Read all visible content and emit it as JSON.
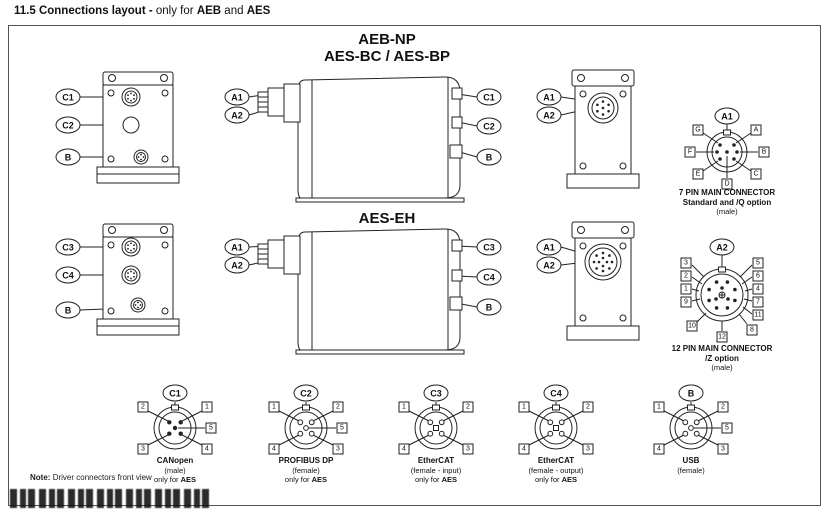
{
  "header": {
    "number": "11.5",
    "title": "Connections layout -",
    "only_for": "only for",
    "aeb": "AEB",
    "and_word": "and",
    "aes": "AES"
  },
  "section1": {
    "title1": "AEB-NP",
    "title2": "AES-BC / AES-BP",
    "left_device": {
      "labels": [
        "C1",
        "C2",
        "B"
      ]
    },
    "center_device": {
      "left_labels": [
        "A1",
        "A2"
      ],
      "right_labels": [
        "C1",
        "C2",
        "B"
      ]
    },
    "right_device": {
      "labels": [
        "A1",
        "A2"
      ]
    }
  },
  "section2": {
    "title1": "AES-EH",
    "left_device": {
      "labels": [
        "C3",
        "C4",
        "B"
      ]
    },
    "center_device": {
      "left_labels": [
        "A1",
        "A2"
      ],
      "right_labels": [
        "C3",
        "C4",
        "B"
      ]
    },
    "right_device": {
      "labels": [
        "A1",
        "A2"
      ]
    }
  },
  "connector7": {
    "label": "A1",
    "pins": [
      "G",
      "A",
      "F",
      "B",
      "E",
      "C",
      "D"
    ],
    "line1": "7 PIN MAIN CONNECTOR",
    "line2": "Standard and /Q option",
    "line3": "(male)"
  },
  "connector12": {
    "label": "A2",
    "pins_left": [
      "3",
      "2",
      "1",
      "9",
      "10"
    ],
    "pins_right": [
      "5",
      "6",
      "4",
      "7",
      "11",
      "8"
    ],
    "pin_bottom": "12",
    "line1": "12 PIN MAIN CONNECTOR",
    "line2": "/Z option",
    "line3": "(male)"
  },
  "bottom_connectors": [
    {
      "label": "C1",
      "name": "CANopen",
      "gender": "(male)",
      "only": "only for",
      "only_aes": "AES",
      "pins": [
        "2",
        "1",
        "5",
        "3",
        "4"
      ]
    },
    {
      "label": "C2",
      "name": "PROFIBUS DP",
      "gender": "(female)",
      "only": "only for",
      "only_aes": "AES",
      "pins": [
        "1",
        "2",
        "5",
        "4",
        "3"
      ]
    },
    {
      "label": "C3",
      "name": "EtherCAT",
      "gender": "(female - input)",
      "only": "only for",
      "only_aes": "AES",
      "pins": [
        "1",
        "2",
        "4",
        "3"
      ]
    },
    {
      "label": "C4",
      "name": "EtherCAT",
      "gender": "(female - output)",
      "only": "only for",
      "only_aes": "AES",
      "pins": [
        "1",
        "2",
        "4",
        "3"
      ]
    },
    {
      "label": "B",
      "name": "USB",
      "gender": "(female)",
      "pins": [
        "1",
        "2",
        "5",
        "4",
        "3"
      ]
    }
  ],
  "note": {
    "prefix": "Note:",
    "text": "Driver connectors front view"
  }
}
